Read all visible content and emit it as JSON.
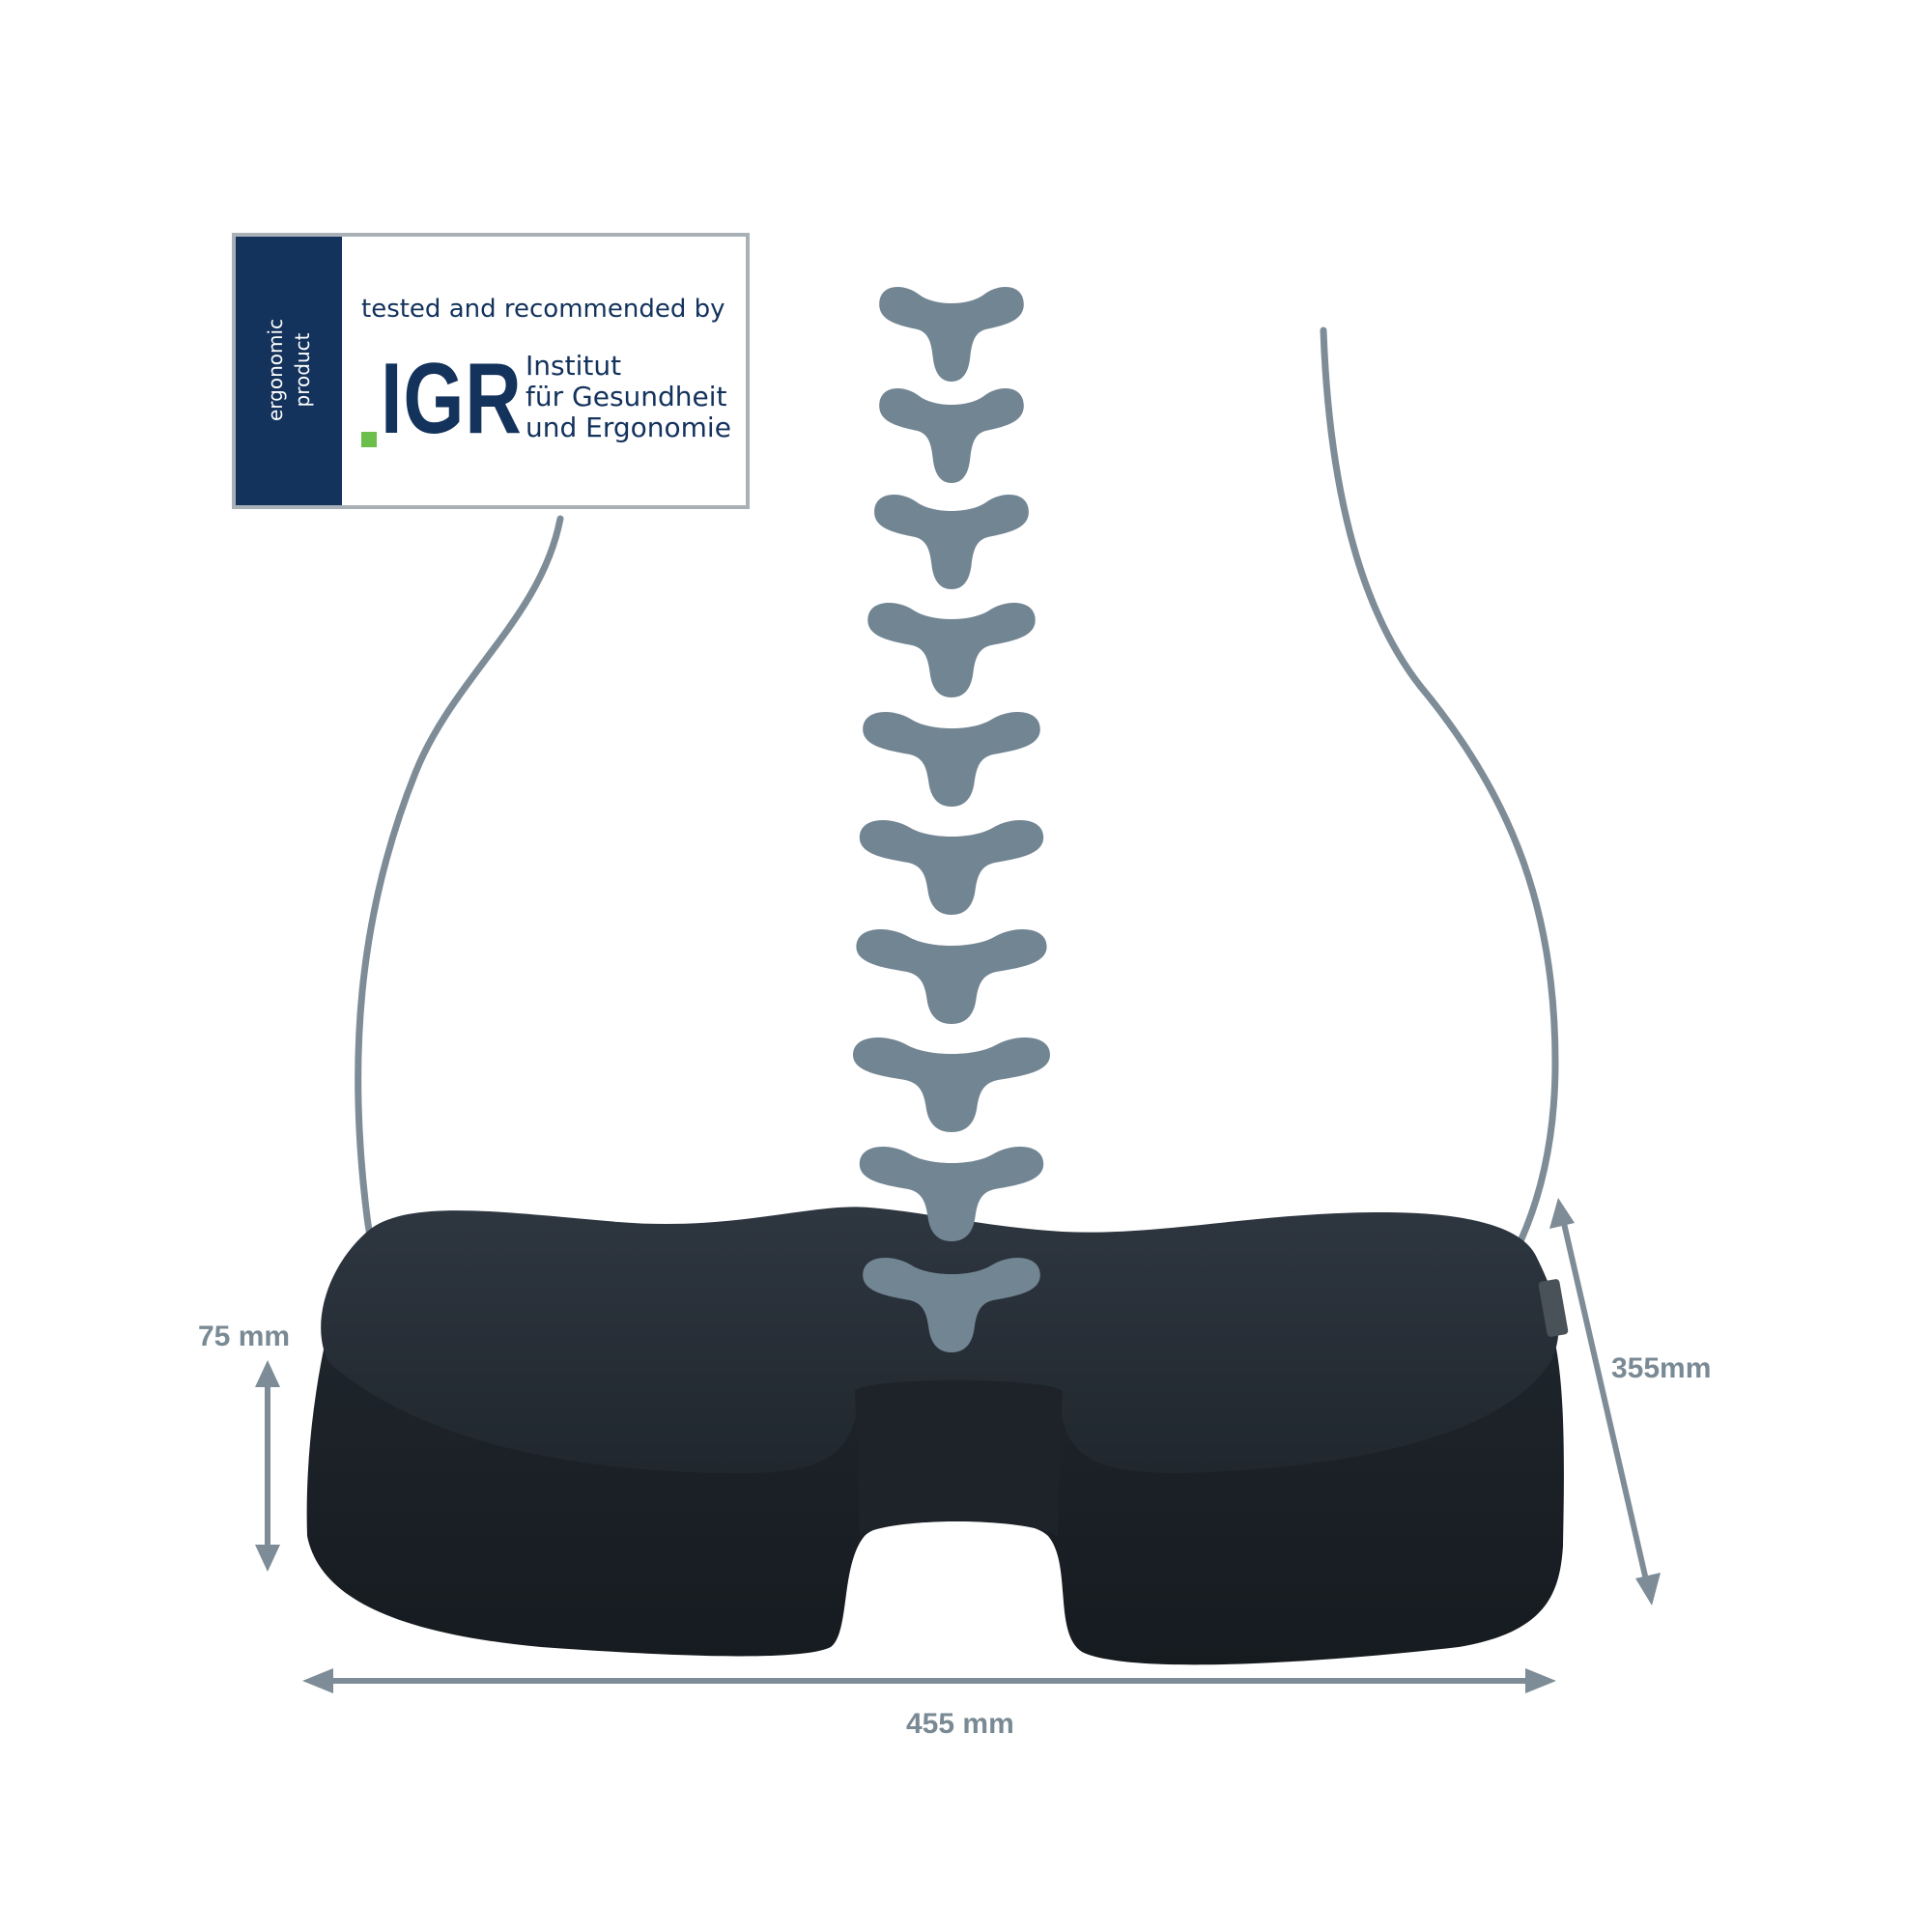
{
  "badge": {
    "side_lines": [
      "ergonomic",
      "product"
    ],
    "tagline": "tested and recommended by",
    "logo_text": "IGR",
    "institute_lines": [
      "Institut",
      "für Gesundheit",
      "und Ergonomie"
    ],
    "colors": {
      "navy": "#13325c",
      "green": "#6cbf4a",
      "border": "#a9b1b7"
    }
  },
  "dimensions": {
    "height": "75 mm",
    "depth": "355mm",
    "width": "455 mm"
  },
  "colors": {
    "illustration": "#728593",
    "cushion": "#262e36",
    "dimension_text": "#7a8a94"
  }
}
